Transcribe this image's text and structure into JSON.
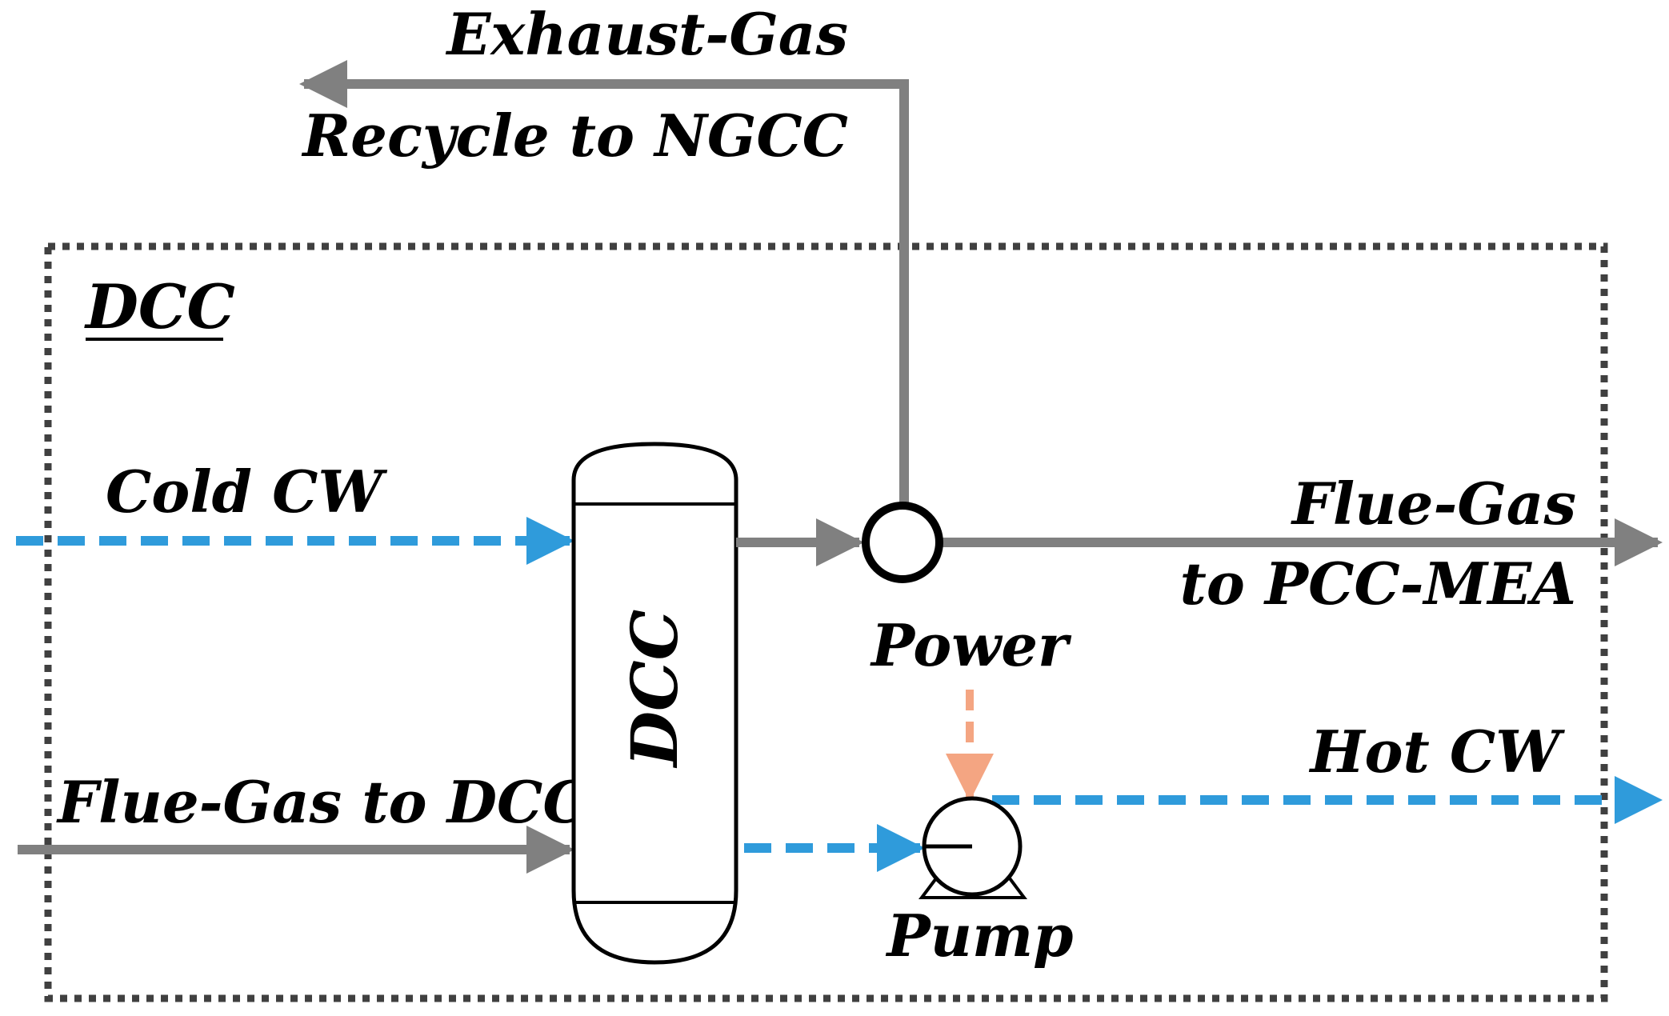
{
  "labels": {
    "exhaust_gas": "Exhaust-Gas",
    "recycle": "Recycle to NGCC",
    "boundary_title": "DCC",
    "cold_cw": "Cold CW",
    "flue_gas_out_line1": "Flue-Gas",
    "flue_gas_out_line2": "to PCC-MEA",
    "power": "Power",
    "hot_cw": "Hot CW",
    "flue_gas_in": "Flue-Gas to DCC",
    "pump": "Pump",
    "column": "DCC"
  },
  "colors": {
    "gas_stream": "#808080",
    "water_stream": "#2F9BDB",
    "power_stream": "#F4A582",
    "equipment": "#000000",
    "boundary": "#404040"
  },
  "icons": {
    "column": "column-vessel-icon",
    "splitter": "splitter-icon",
    "pump": "centrifugal-pump-icon"
  }
}
